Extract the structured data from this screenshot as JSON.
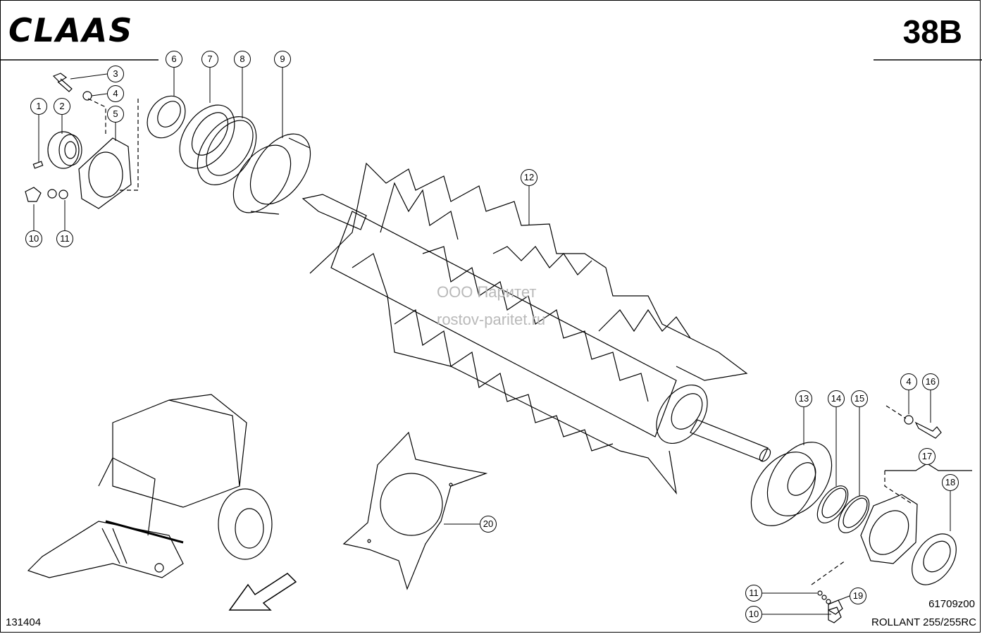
{
  "header": {
    "brand": "CLAAS",
    "page_code": "38B"
  },
  "footer": {
    "doc_number": "131404",
    "figure_code": "61709z00",
    "model": "ROLLANT 255/255RC"
  },
  "watermark": {
    "line1": "ООО Паритет",
    "line2": "rostov-paritet.ru"
  },
  "callouts": [
    {
      "id": "c1",
      "label": "1"
    },
    {
      "id": "c2",
      "label": "2"
    },
    {
      "id": "c3",
      "label": "3"
    },
    {
      "id": "c4a",
      "label": "4"
    },
    {
      "id": "c5",
      "label": "5"
    },
    {
      "id": "c6",
      "label": "6"
    },
    {
      "id": "c7",
      "label": "7"
    },
    {
      "id": "c8",
      "label": "8"
    },
    {
      "id": "c9",
      "label": "9"
    },
    {
      "id": "c10a",
      "label": "10"
    },
    {
      "id": "c11a",
      "label": "11"
    },
    {
      "id": "c12",
      "label": "12"
    },
    {
      "id": "c13",
      "label": "13"
    },
    {
      "id": "c14",
      "label": "14"
    },
    {
      "id": "c15",
      "label": "15"
    },
    {
      "id": "c4b",
      "label": "4"
    },
    {
      "id": "c16",
      "label": "16"
    },
    {
      "id": "c17",
      "label": "17"
    },
    {
      "id": "c18",
      "label": "18"
    },
    {
      "id": "c20",
      "label": "20"
    },
    {
      "id": "c11b",
      "label": "11"
    },
    {
      "id": "c19",
      "label": "19"
    },
    {
      "id": "c10b",
      "label": "10"
    }
  ]
}
